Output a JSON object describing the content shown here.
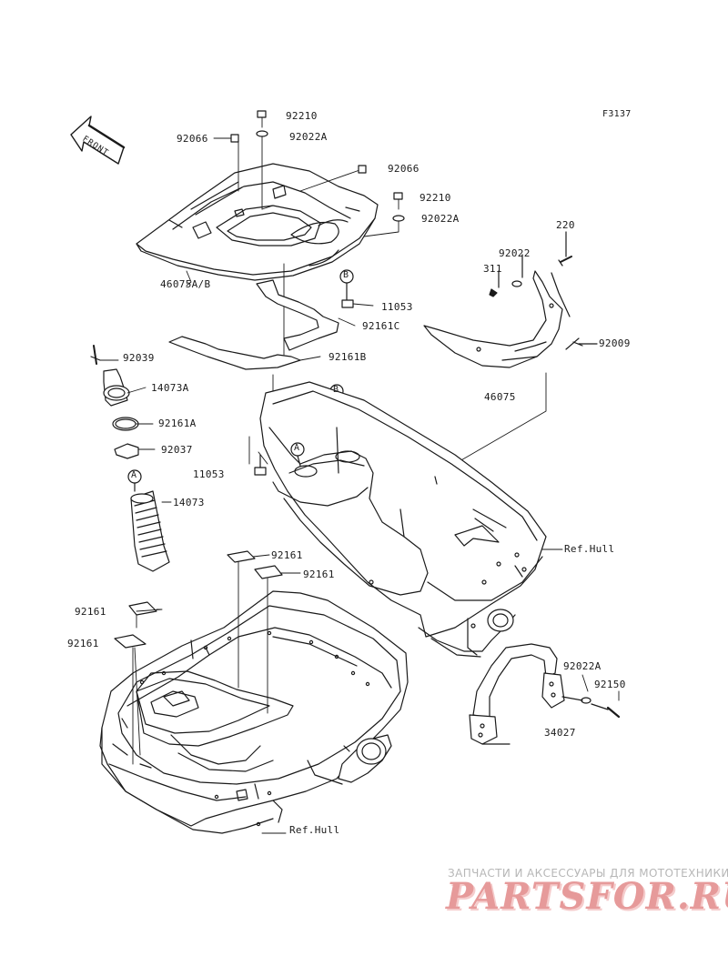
{
  "diagram_code": "F3137",
  "front_label": "FRONT",
  "callouts": {
    "A": "A",
    "B": "B"
  },
  "parts": {
    "p92210_top": "92210",
    "p92066_left": "92066",
    "p92022A_top": "92022A",
    "p92066_right": "92066",
    "p92210_mid": "92210",
    "p92022A_mid": "92022A",
    "p46075AB": "46075A/B",
    "p11053_right": "11053",
    "p92161C": "92161C",
    "p92161B": "92161B",
    "p92039": "92039",
    "p14073A": "14073A",
    "p92161A": "92161A",
    "p92037": "92037",
    "p11053_left": "11053",
    "p14073": "14073",
    "p220": "220",
    "p92022": "92022",
    "p311": "311",
    "p92009": "92009",
    "p46075": "46075",
    "ref_hull_1": "Ref.Hull",
    "p92161_a": "92161",
    "p92161_b": "92161",
    "p92161_c": "92161",
    "p92161_d": "92161",
    "p92022A_bot": "92022A",
    "p92150": "92150",
    "p34027": "34027",
    "ref_hull_2": "Ref.Hull"
  },
  "watermark": {
    "subtitle": "ЗАПЧАСТИ И АКСЕССУАРЫ ДЛЯ МОТОТЕХНИКИ",
    "logo": "PARTSFOR.RU"
  }
}
